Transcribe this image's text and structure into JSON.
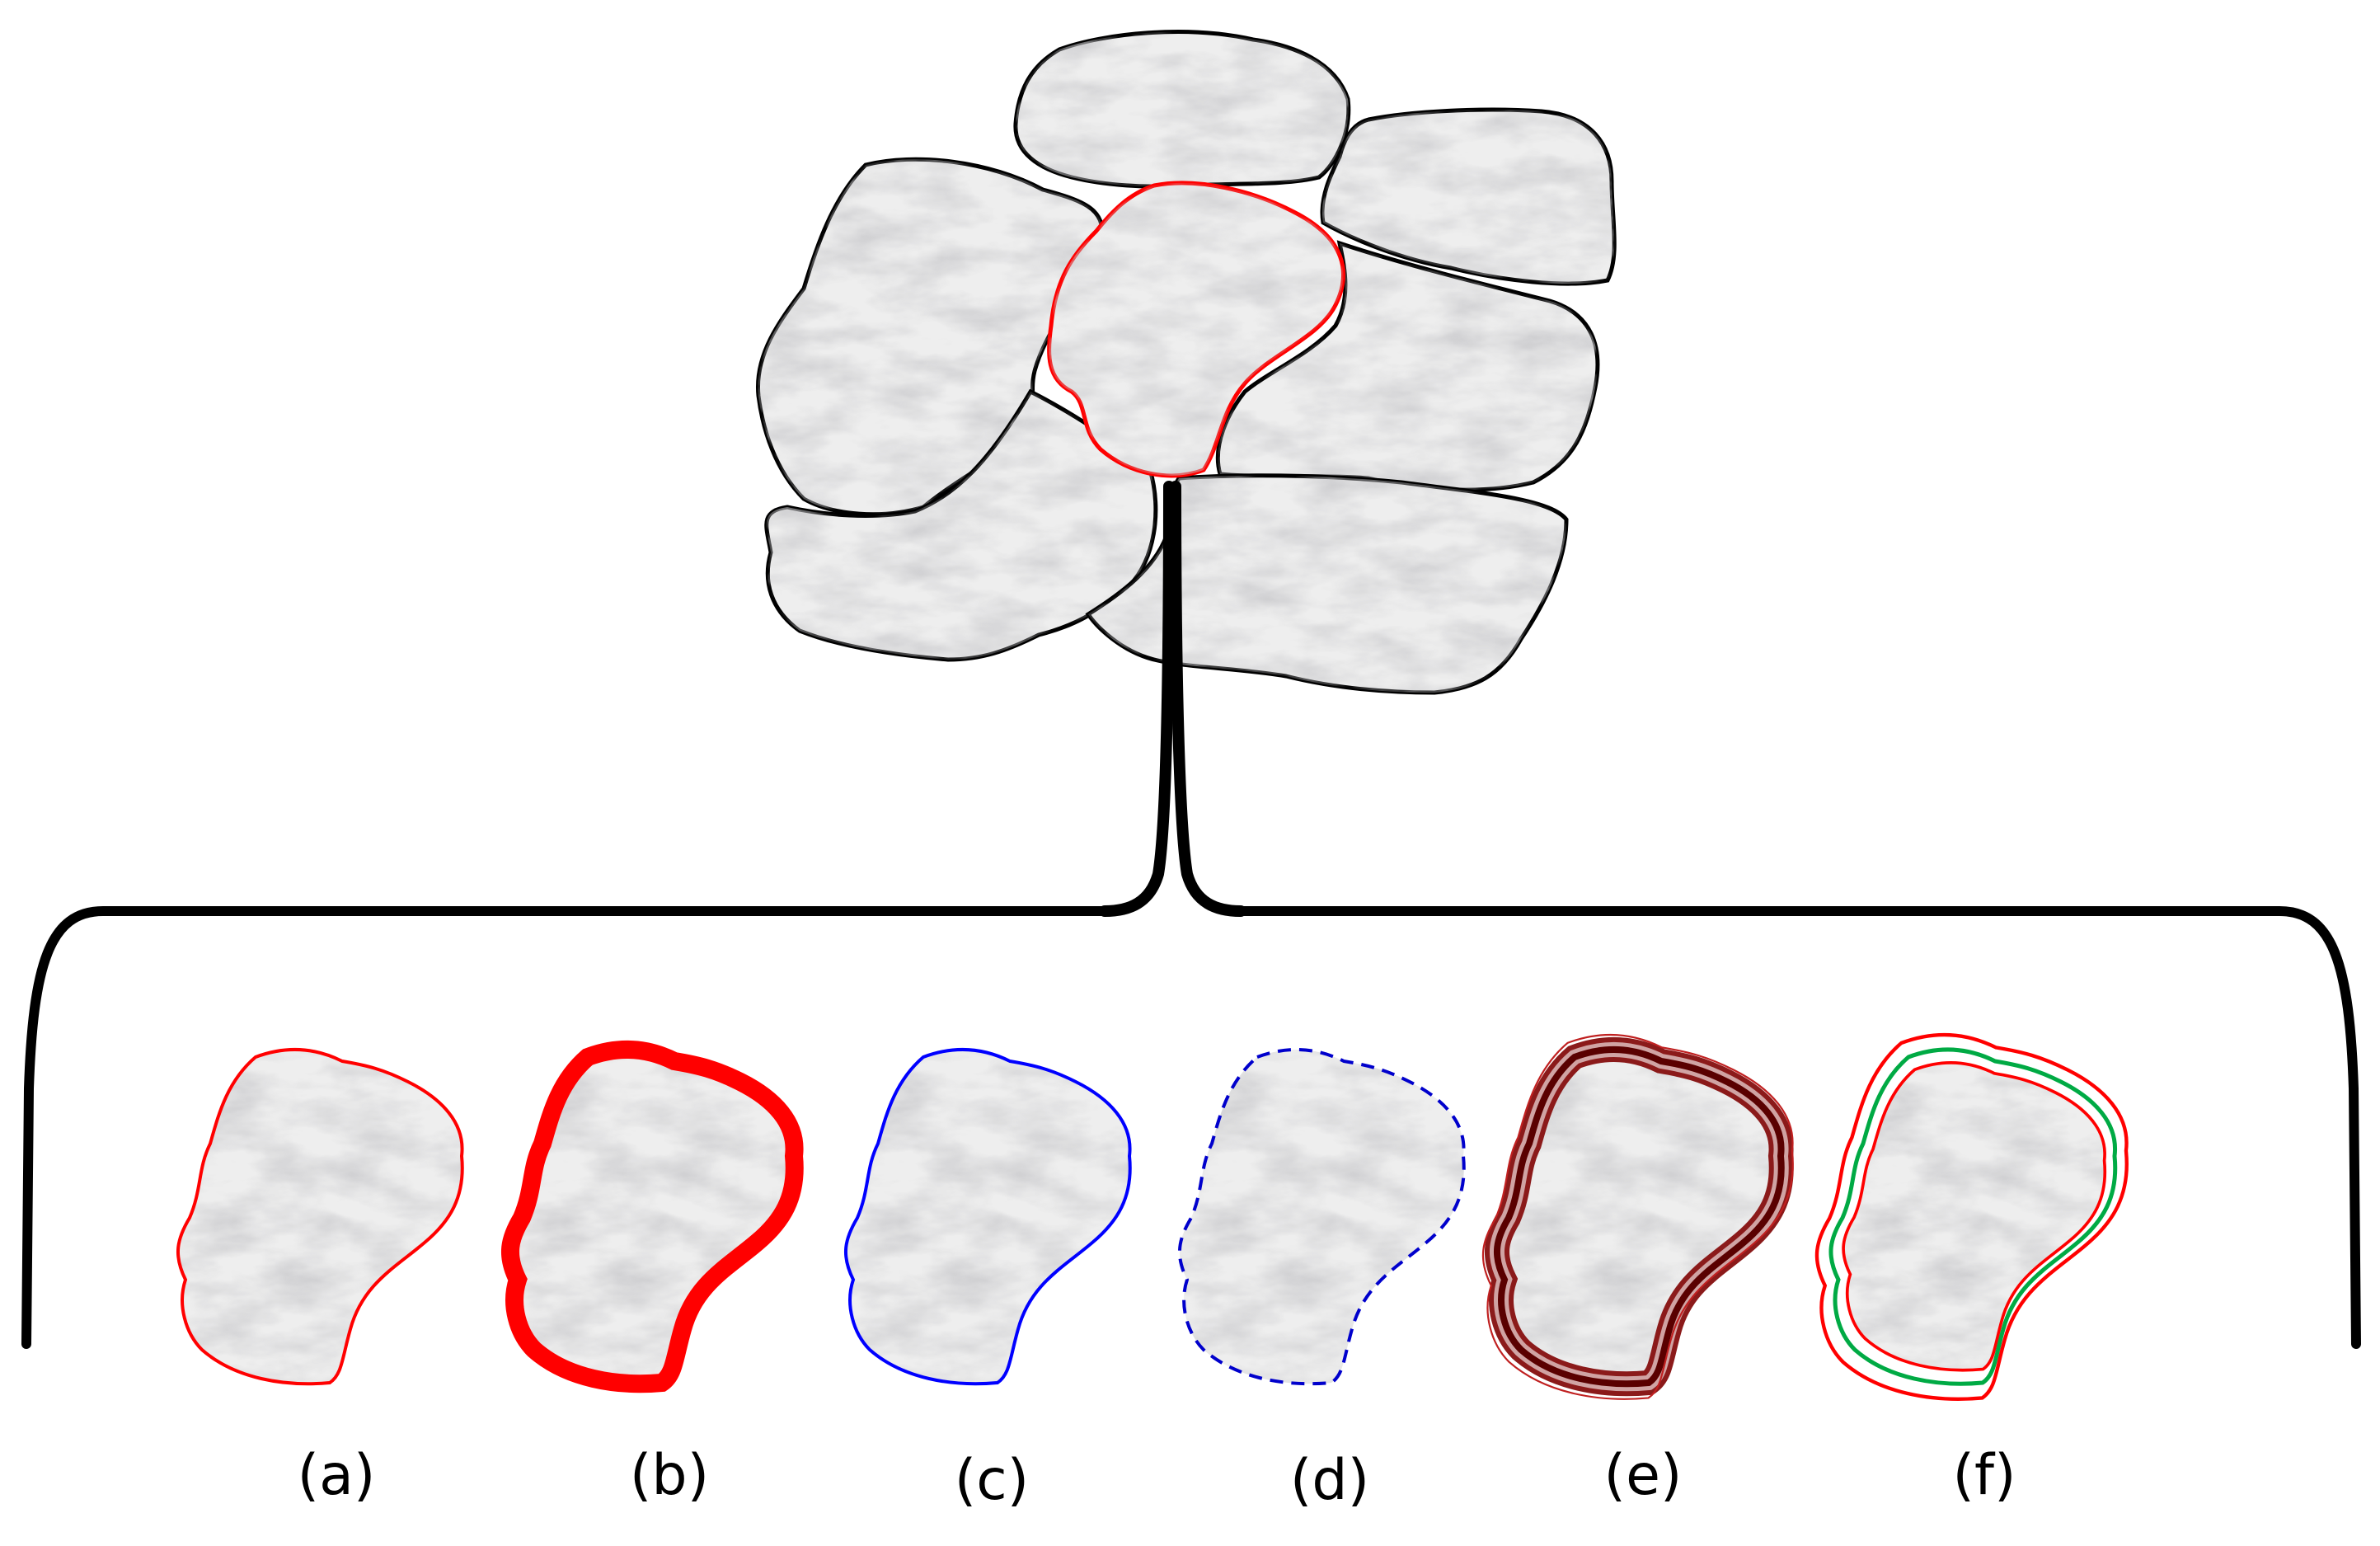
{
  "figure": {
    "labels": [
      "(a)",
      "(b)",
      "(c)",
      "(d)",
      "(e)",
      "(f)"
    ],
    "stone_fill": "#ececec",
    "stone_outline_color": "#000000",
    "selected_outline_color": "#ff0000",
    "connector_color": "#000000"
  },
  "variants": [
    {
      "id": "a",
      "label": "(a)",
      "style": "thin-solid",
      "colors": [
        "#ff0000"
      ]
    },
    {
      "id": "b",
      "label": "(b)",
      "style": "thick-solid",
      "colors": [
        "#ff0000"
      ]
    },
    {
      "id": "c",
      "label": "(c)",
      "style": "thin-solid",
      "colors": [
        "#0000ff"
      ]
    },
    {
      "id": "d",
      "label": "(d)",
      "style": "dashed",
      "colors": [
        "#0000ff"
      ]
    },
    {
      "id": "e",
      "label": "(e)",
      "style": "multi-band",
      "colors": [
        "#a31515",
        "#5a0000",
        "#8b1a1a"
      ]
    },
    {
      "id": "f",
      "label": "(f)",
      "style": "double-line",
      "colors": [
        "#ff0000",
        "#00aa44"
      ]
    }
  ]
}
